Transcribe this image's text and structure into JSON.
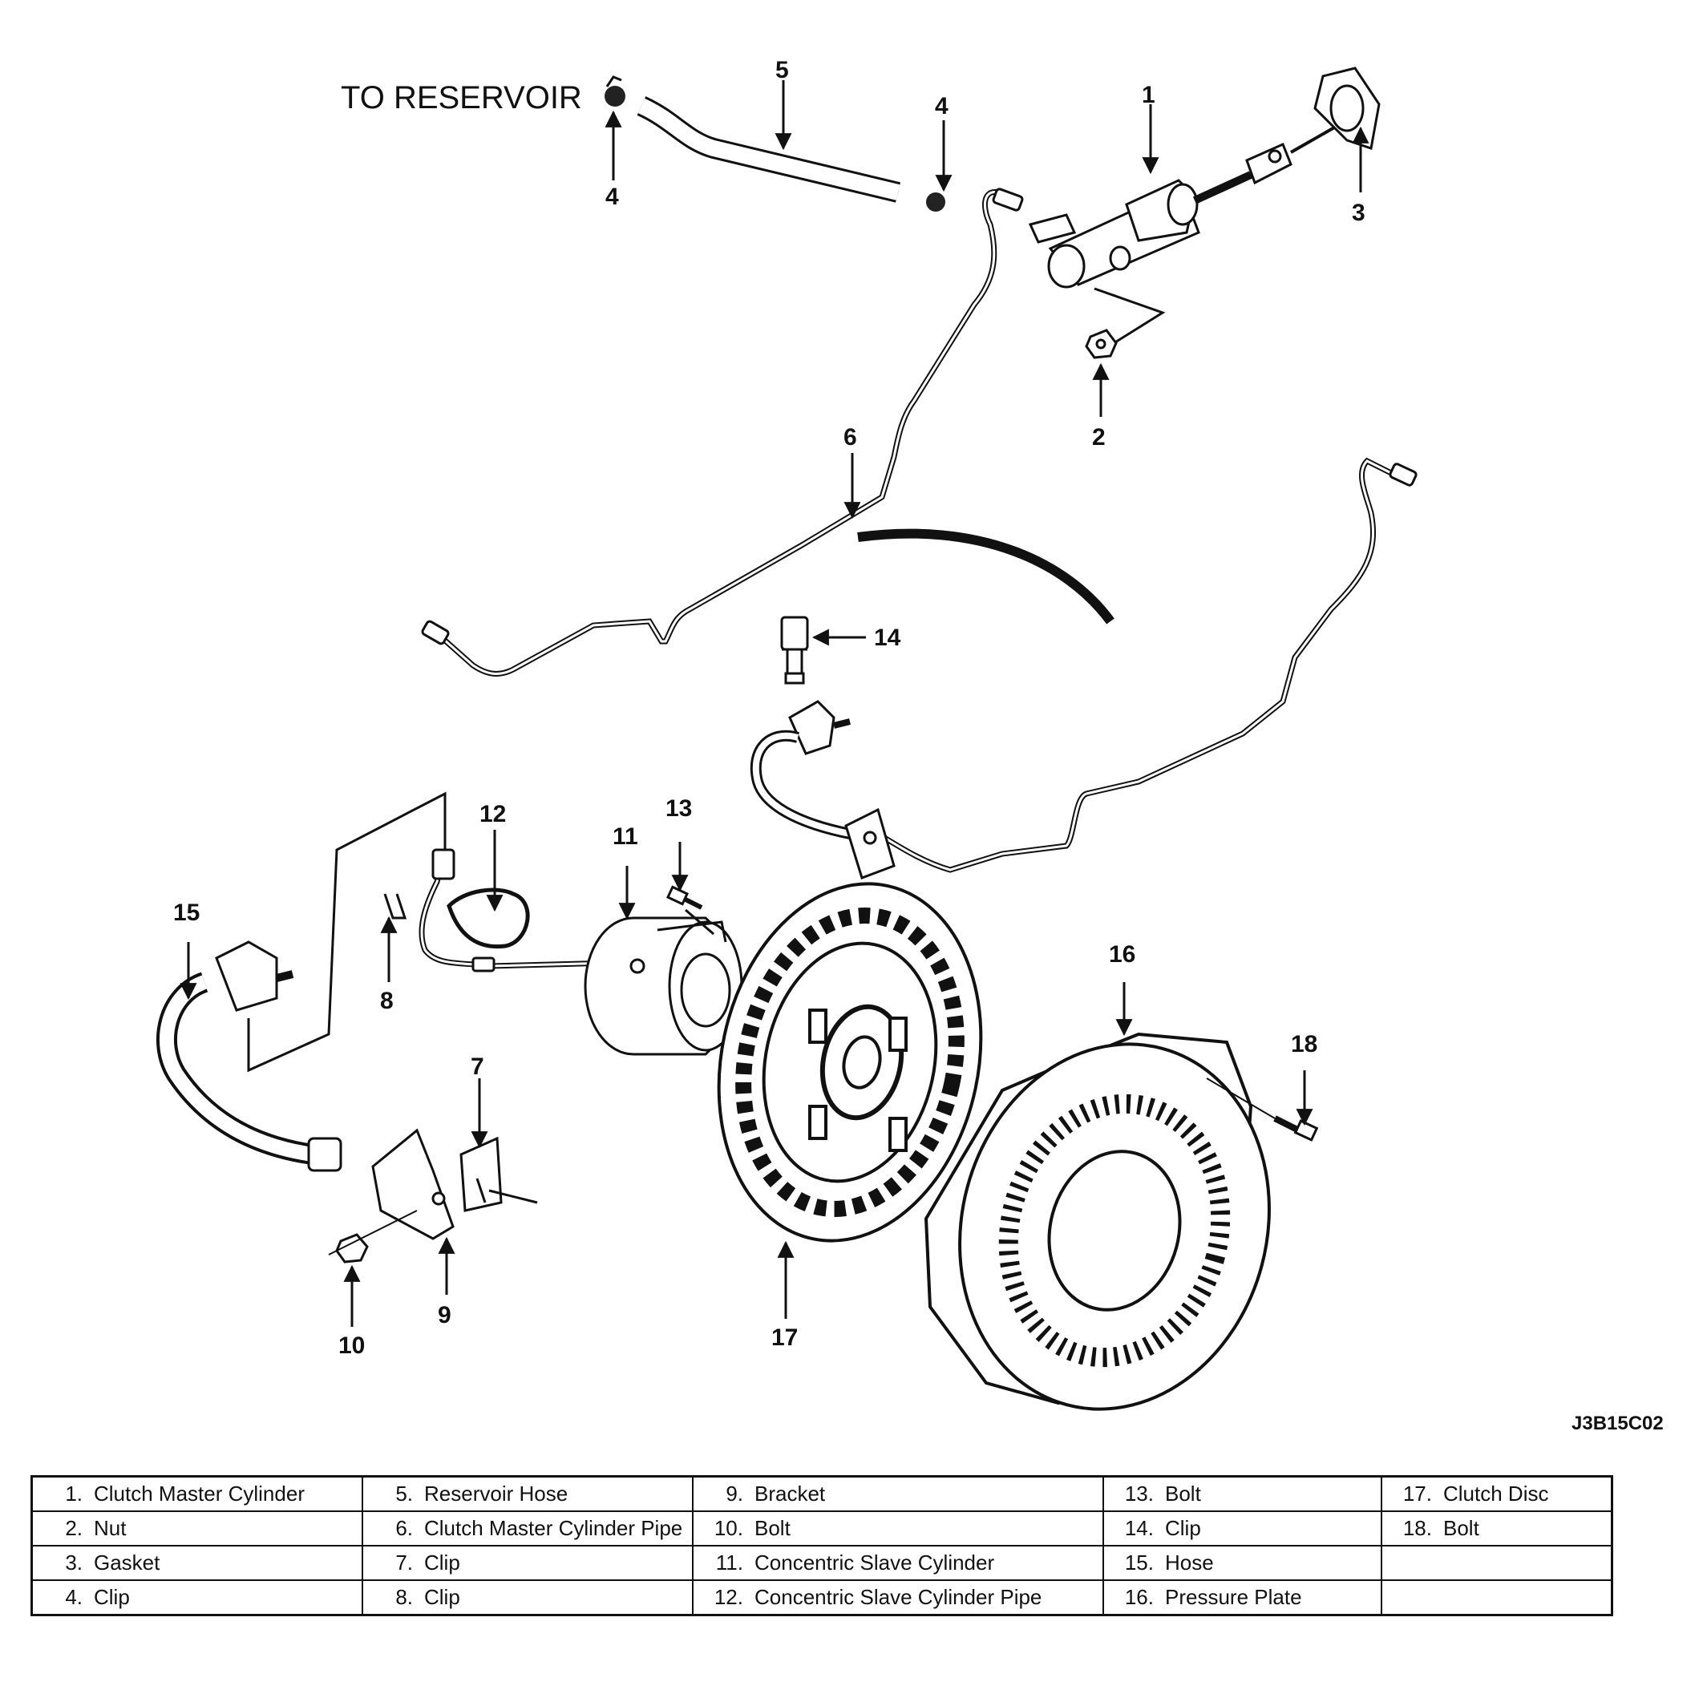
{
  "diagram": {
    "heading": "TO RESERVOIR",
    "figure_id": "J3B15C02",
    "callouts": [
      "1",
      "2",
      "3",
      "4",
      "4",
      "5",
      "6",
      "7",
      "8",
      "9",
      "10",
      "11",
      "12",
      "13",
      "14",
      "15",
      "16",
      "17",
      "18"
    ]
  },
  "legend": {
    "rows": [
      [
        {
          "n": "1.",
          "t": "Clutch Master Cylinder"
        },
        {
          "n": "5.",
          "t": "Reservoir Hose"
        },
        {
          "n": "9.",
          "t": "Bracket"
        },
        {
          "n": "13.",
          "t": "Bolt"
        },
        {
          "n": "17.",
          "t": "Clutch Disc"
        }
      ],
      [
        {
          "n": "2.",
          "t": "Nut"
        },
        {
          "n": "6.",
          "t": "Clutch Master Cylinder Pipe"
        },
        {
          "n": "10.",
          "t": "Bolt"
        },
        {
          "n": "14.",
          "t": "Clip"
        },
        {
          "n": "18.",
          "t": "Bolt"
        }
      ],
      [
        {
          "n": "3.",
          "t": "Gasket"
        },
        {
          "n": "7.",
          "t": "Clip"
        },
        {
          "n": "11.",
          "t": "Concentric Slave Cylinder"
        },
        {
          "n": "15.",
          "t": "Hose"
        },
        {
          "n": "",
          "t": ""
        }
      ],
      [
        {
          "n": "4.",
          "t": "Clip"
        },
        {
          "n": "8.",
          "t": "Clip"
        },
        {
          "n": "12.",
          "t": "Concentric Slave Cylinder Pipe"
        },
        {
          "n": "16.",
          "t": "Pressure Plate"
        },
        {
          "n": "",
          "t": ""
        }
      ]
    ]
  }
}
